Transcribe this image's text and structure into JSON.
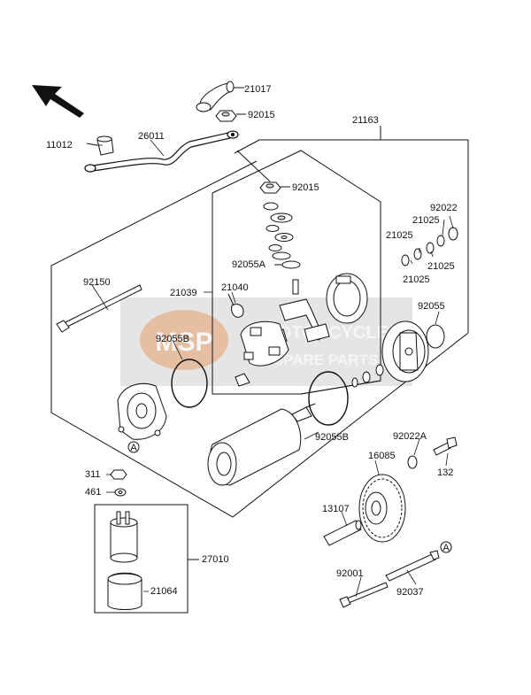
{
  "diagram": {
    "parts": {
      "p21017": "21017",
      "p92015_top": "92015",
      "p11012": "11012",
      "p26011": "26011",
      "p21163": "21163",
      "p92015_mid": "92015",
      "p92022_right": "92022",
      "p21025_a": "21025",
      "p21025_b": "21025",
      "p21025_c": "21025",
      "p21025_d": "21025",
      "p92055A": "92055A",
      "p92150": "92150",
      "p21039": "21039",
      "p21040": "21040",
      "p92055": "92055",
      "p92055B_left": "92055B",
      "p92055B_mid": "92055B",
      "p92022A": "92022A",
      "p16085": "16085",
      "p132": "132",
      "p311": "311",
      "p461": "461",
      "p13107": "13107",
      "p27010": "27010",
      "p92001": "92001",
      "p92037": "92037",
      "p21064": "21064",
      "callout_a": "A"
    },
    "watermark": {
      "logo_text": "MSP",
      "line1": "MOTORCYCLE",
      "line2": "SPARE PARTS"
    },
    "colors": {
      "line": "#111111",
      "watermark_fill": "#d8d8d8",
      "watermark_logo": "#e2a47a"
    },
    "icons": [
      "direction-arrow-icon"
    ]
  }
}
